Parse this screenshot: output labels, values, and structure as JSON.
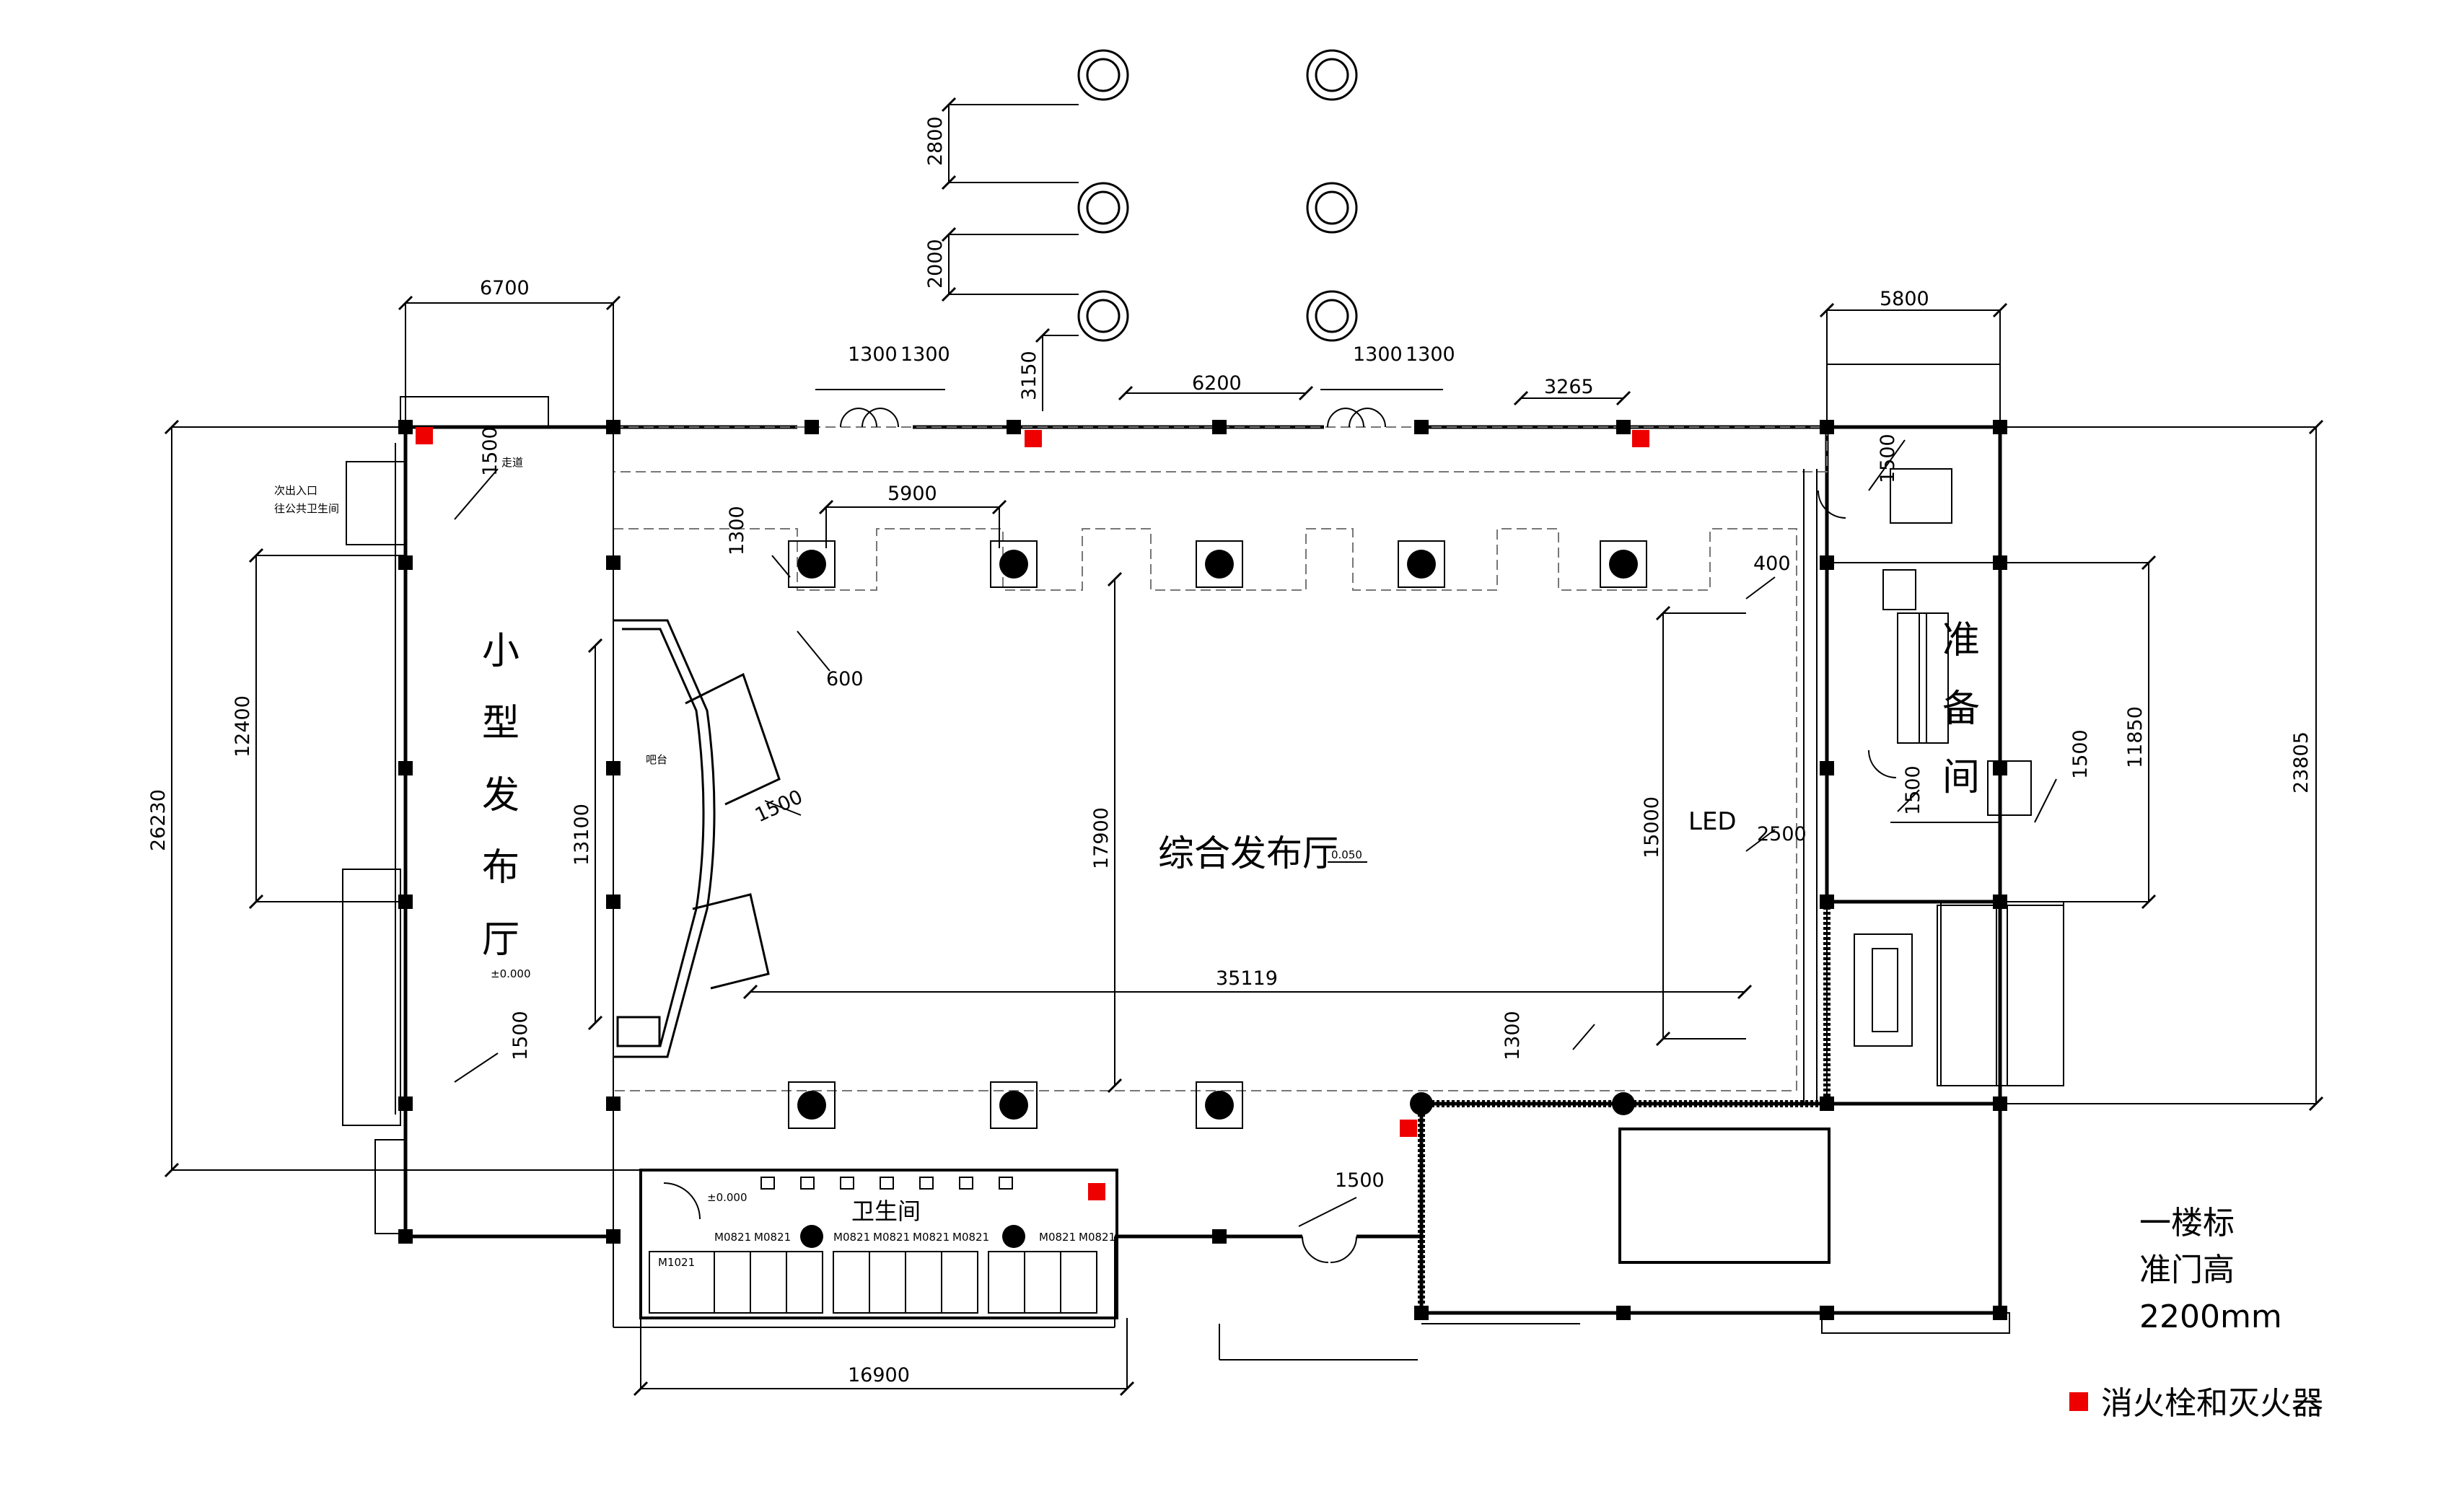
{
  "rooms": {
    "main_hall": "综合发布厅",
    "small_hall": [
      "小",
      "型",
      "发",
      "布",
      "厅"
    ],
    "prep_room": [
      "准",
      "备",
      "间"
    ],
    "restroom": "卫生间",
    "led": "LED",
    "bar": "吧台",
    "entrance_note_1": "次出入口",
    "entrance_note_2": "往公共卫生间",
    "corridor": "走道"
  },
  "levels": {
    "main": "0.050",
    "small": "±0.000",
    "restroom": "±0.000"
  },
  "door_labels": [
    "M0821",
    "M0821",
    "M0821",
    "M0821",
    "M0821",
    "M0821",
    "M0821",
    "M0821",
    "M1021"
  ],
  "dimensions": {
    "top_left_width": "6700",
    "top_right_width": "5800",
    "left_total_height": "26230",
    "right_total_height": "23805",
    "left_inner": "12400",
    "right_inner": "11850",
    "stage_height": "13100",
    "hall_height": "17900",
    "led_height": "15000",
    "hall_width": "35119",
    "bottom_restroom": "16900",
    "column_spacing": "5900",
    "door_a": "1300",
    "door_b": "1300",
    "door_c": "1300",
    "door_d": "1300",
    "mid_width": "6200",
    "offset_3265": "3265",
    "v_3150": "3150",
    "v_2800": "2800",
    "v_2000": "2000",
    "d1500_a": "1500",
    "d1500_b": "1500",
    "d1500_c": "1500",
    "d1500_d": "1500",
    "d1500_e": "1500",
    "d1500_f": "1500",
    "d1500_g": "1500",
    "d1300_a": "1300",
    "d1300_b": "1300",
    "d600": "600",
    "d400": "400",
    "d2500": "2500"
  },
  "note": {
    "line1": "一楼标",
    "line2": "准门高",
    "line3": "2200mm"
  },
  "legend": {
    "label": "消火栓和灭火器",
    "color": "#ee0000"
  }
}
